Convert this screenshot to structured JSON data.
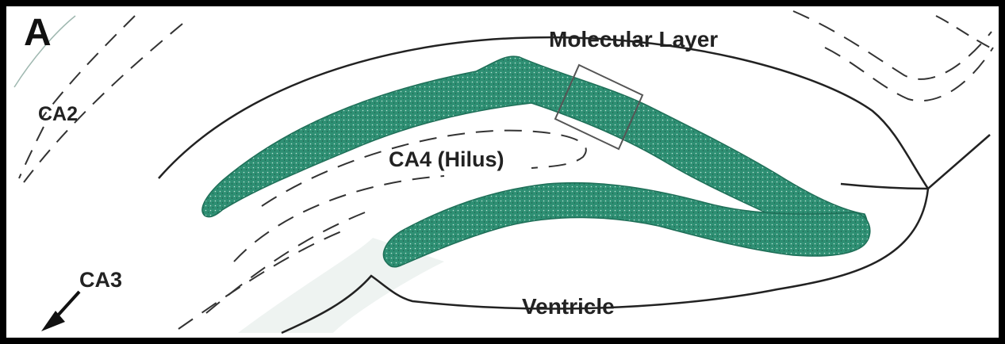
{
  "figure": {
    "panel_letter": "A",
    "labels": {
      "molecular_layer": "Molecular Layer",
      "ca2": "CA2",
      "ca4": "CA4 (Hilus)",
      "ca3": "CA3",
      "ventricle": "Ventricle"
    },
    "colors": {
      "granule_layer": "#2e8f73",
      "outline": "#222222",
      "border": "#000000"
    }
  }
}
